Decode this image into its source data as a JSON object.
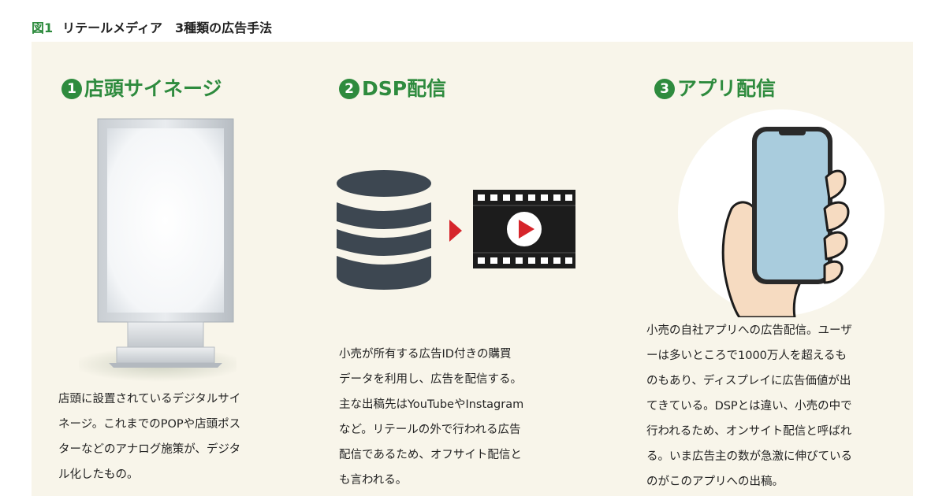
{
  "figure": {
    "number": "図1",
    "title": "リテールメディア　3種類の広告手法"
  },
  "sections": [
    {
      "number": "1",
      "title": "店頭サイネージ",
      "description_lines": [
        "店頭に設置されているデジタルサイ",
        "ネージ。これまでのPOPや店頭ポス",
        "ターなどのアナログ施策が、デジタ",
        "ル化したもの。"
      ],
      "icon": "digital-signage-icon"
    },
    {
      "number": "2",
      "title": "DSP配信",
      "description_lines": [
        "小売が所有する広告ID付きの購買",
        "データを利用し、広告を配信する。",
        "主な出稿先はYouTubeやInstagram",
        "など。リテールの外で行われる広告",
        "配信であるため、オフサイト配信と",
        "も言われる。"
      ],
      "icons": [
        "database-icon",
        "arrow-right-icon",
        "video-film-icon"
      ]
    },
    {
      "number": "3",
      "title": "アプリ配信",
      "description_lines": [
        "小売の自社アプリへの広告配信。ユーザ",
        "ーは多いところで1000万人を超えるも",
        "のもあり、ディスプレイに広告価値が出",
        "てきている。DSPとは違い、小売の中で",
        "行われるため、オンサイト配信と呼ばれ",
        "る。いま広告主の数が急激に伸びている",
        "のがこのアプリへの出稿。"
      ],
      "icon": "smartphone-in-hand-icon"
    }
  ],
  "colors": {
    "accent_green": "#2e8b3e",
    "panel_background": "#f8f5ea",
    "database_dark": "#3d4751",
    "arrow_red": "#d6252b",
    "phone_screen": "#a9ccdd",
    "skin": "#f6dbc1"
  }
}
